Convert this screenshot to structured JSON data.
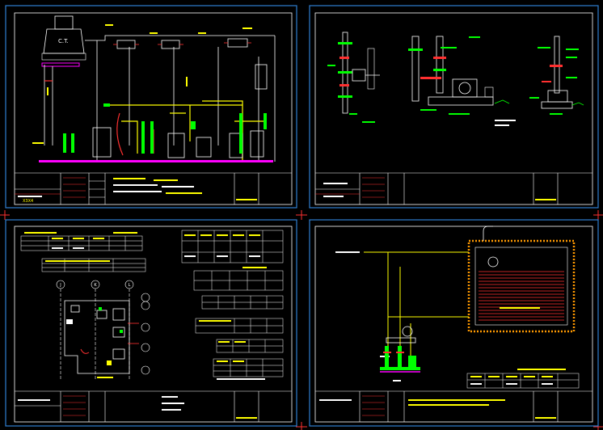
{
  "drawing": {
    "background": "#000000",
    "frame_color": "#2f7fd0",
    "linework_colors": {
      "yellow": "#ffff00",
      "red": "#ff3030",
      "green": "#00ff00",
      "magenta": "#ff00ff",
      "white": "#ffffff",
      "cyan": "#00ffff",
      "orange": "#ff9900"
    }
  },
  "sheets": [
    {
      "id": "sheet-1",
      "subject": "cooling-tower-piping-schematic",
      "equipment_label": "C.T.",
      "footer_label": "X3X4"
    },
    {
      "id": "sheet-2",
      "subject": "pump-connection-details"
    },
    {
      "id": "sheet-3",
      "subject": "plant-room-plan-and-schedules",
      "grid_labels": [
        "J",
        "K",
        "L"
      ]
    },
    {
      "id": "sheet-4",
      "subject": "water-tank-and-pump-schematic"
    }
  ]
}
